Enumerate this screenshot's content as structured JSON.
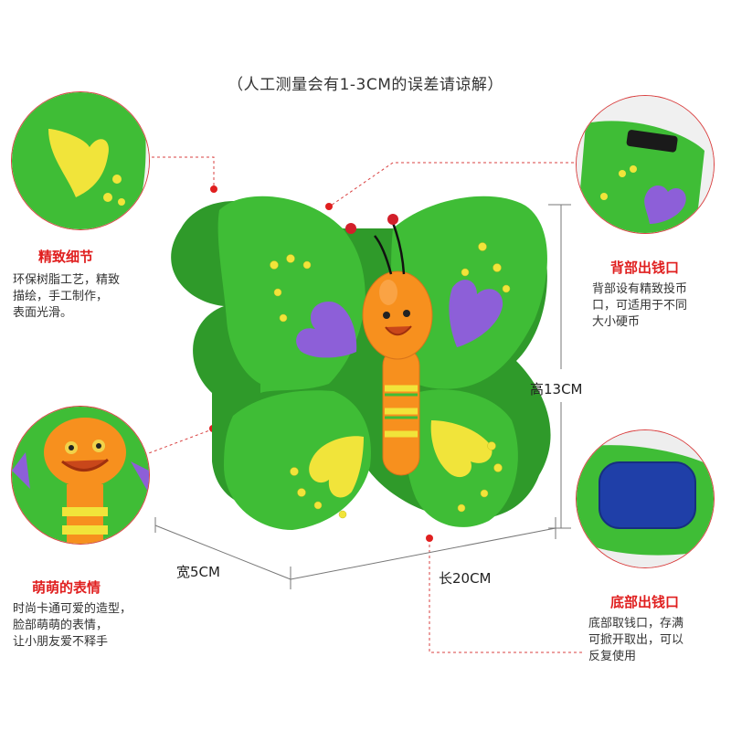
{
  "title": "（人工测量会有1-3CM的误差请谅解）",
  "features": [
    {
      "title": "精致细节",
      "desc": [
        "环保树脂工艺，精致",
        "描绘，手工制作，",
        "表面光滑。"
      ]
    },
    {
      "title": "萌萌的表情",
      "desc": [
        "时尚卡通可爱的造型，",
        "脸部萌萌的表情，",
        "让小朋友爱不释手"
      ]
    },
    {
      "title": "背部出钱口",
      "desc": [
        "背部设有精致投币",
        "口，可适用于不同",
        "大小硬币"
      ]
    },
    {
      "title": "底部出钱口",
      "desc": [
        "底部取钱口，存满",
        "可掀开取出，可以",
        "反复使用"
      ]
    }
  ],
  "dimensions": {
    "height": "高13CM",
    "width": "宽5CM",
    "length": "长20CM"
  },
  "colors": {
    "accent_red": "#e01f1f",
    "body_green": "#3cb534",
    "dark_green": "#2a8f26",
    "orange": "#f7901e",
    "purple": "#8d5fd8",
    "yellow": "#f1e43a",
    "blue": "#1f3fa8"
  }
}
